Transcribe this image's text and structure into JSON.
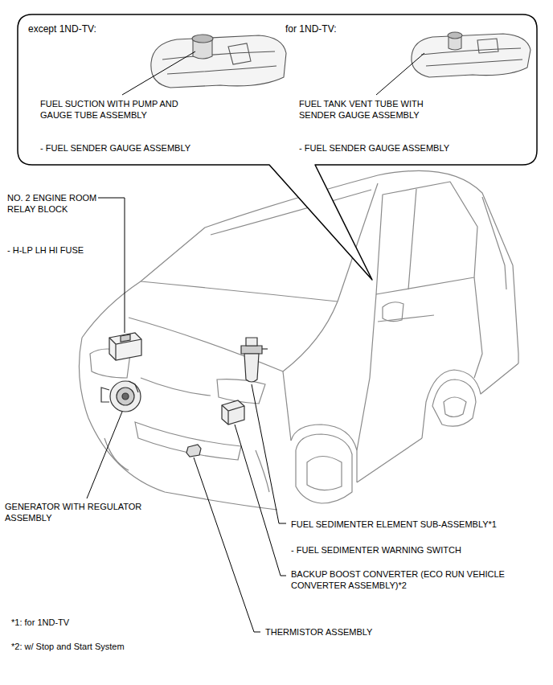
{
  "diagram": {
    "nodes": [
      {
        "text": [
          "except 1ND-TV:",
          "FUEL SUCTION WITH PUMP AND GAUGE TUBE ASSEMBLY",
          "- FUEL SENDER GAUGE ASSEMBLY",
          "for 1ND-TV:",
          "FUEL TANK VENT TUBE WITH SENDER GAUGE ASSEMBLY",
          "- FUEL SENDER GAUGE ASSEMBLY"
        ]
      }
    ],
    "labels": [
      "NO. 2 ENGINE ROOM RELAY BLOCK",
      "- H-LP LH HI FUSE",
      "GENERATOR WITH REGULATOR ASSEMBLY",
      "FUEL SEDIMENTER ELEMENT SUB-ASSEMBLY*1",
      "- FUEL SEDIMENTER WARNING SWITCH",
      "BACKUP BOOST CONVERTER (ECO RUN VEHICLE CONVERTER ASSEMBLY)*2",
      "THERMISTOR ASSEMBLY",
      "*1: for 1ND-TV",
      "*2: w/ Stop and Start System"
    ]
  }
}
